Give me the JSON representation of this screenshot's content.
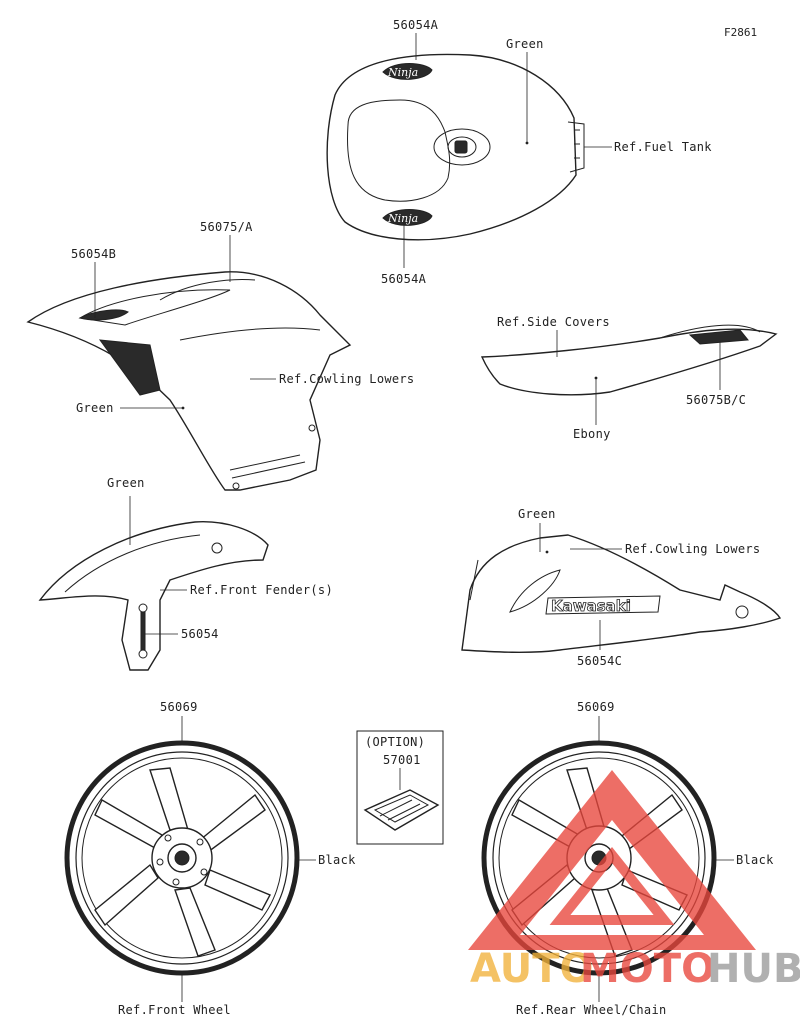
{
  "figure_code": "F2861",
  "labels": {
    "tank_top_part": "56054A",
    "tank_bottom_part": "56054A",
    "tank_color": "Green",
    "ref_fuel_tank": "Ref.Fuel Tank",
    "cowl_part_b": "56054B",
    "cowl_part_75a": "56075/A",
    "ref_cowling_lowers_1": "Ref.Cowling Lowers",
    "cowl_color": "Green",
    "ref_side_covers": "Ref.Side Covers",
    "side_part": "56075B/C",
    "side_color": "Ebony",
    "fender_color": "Green",
    "ref_front_fender": "Ref.Front Fender(s)",
    "fender_part": "56054",
    "lower_color": "Green",
    "ref_cowling_lowers_2": "Ref.Cowling Lowers",
    "lower_part": "56054C",
    "front_wheel_part": "56069",
    "front_wheel_color": "Black",
    "ref_front_wheel": "Ref.Front Wheel",
    "option_title": "(OPTION)",
    "option_part": "57001",
    "rear_wheel_part": "56069",
    "rear_wheel_color": "Black",
    "ref_rear_wheel": "Ref.Rear Wheel/Chain"
  },
  "decals": {
    "ninja": "Ninja",
    "kawasaki": "Kawasaki"
  },
  "watermark": {
    "part1": "AUTO",
    "part2": "MOTO",
    "part3": "HUB",
    "color_orange": "#f2b23a",
    "color_red": "#e8463c",
    "color_gray": "#9a9a9a"
  }
}
